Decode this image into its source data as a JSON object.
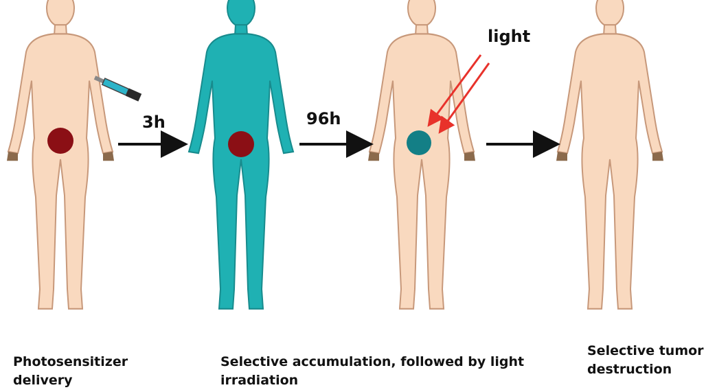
{
  "steps": [
    {
      "id": "delivery",
      "body_color": "#f9d9bf",
      "tumor_color": "#8b0f15"
    },
    {
      "id": "accumulation",
      "body_color": "#1fb1b3",
      "tumor_color": "#8b0f15"
    },
    {
      "id": "irradiation",
      "body_color": "#f9d9bf",
      "tumor_color": "#137f86"
    },
    {
      "id": "destruction",
      "body_color": "#f9d9bf"
    }
  ],
  "arrows": [
    {
      "label": "3h"
    },
    {
      "label": "96h"
    },
    {
      "label": ""
    }
  ],
  "light_label": "light",
  "captions": {
    "delivery": [
      "Photosensitizer",
      "delivery"
    ],
    "accumulation": [
      "Selective accumulation, followed by light",
      "irradiation"
    ],
    "destruction": [
      "Selective tumor",
      "destruction"
    ]
  },
  "colors": {
    "skin": "#f9d9bf",
    "skin_outline": "#c7987a",
    "hand": "#8b6a4c",
    "teal_body": "#1fb1b3",
    "teal_outline": "#188b8d",
    "tumor_red": "#8b0f15",
    "tumor_teal": "#137f86",
    "light_ray": "#e8322b",
    "arrow": "#111111"
  }
}
